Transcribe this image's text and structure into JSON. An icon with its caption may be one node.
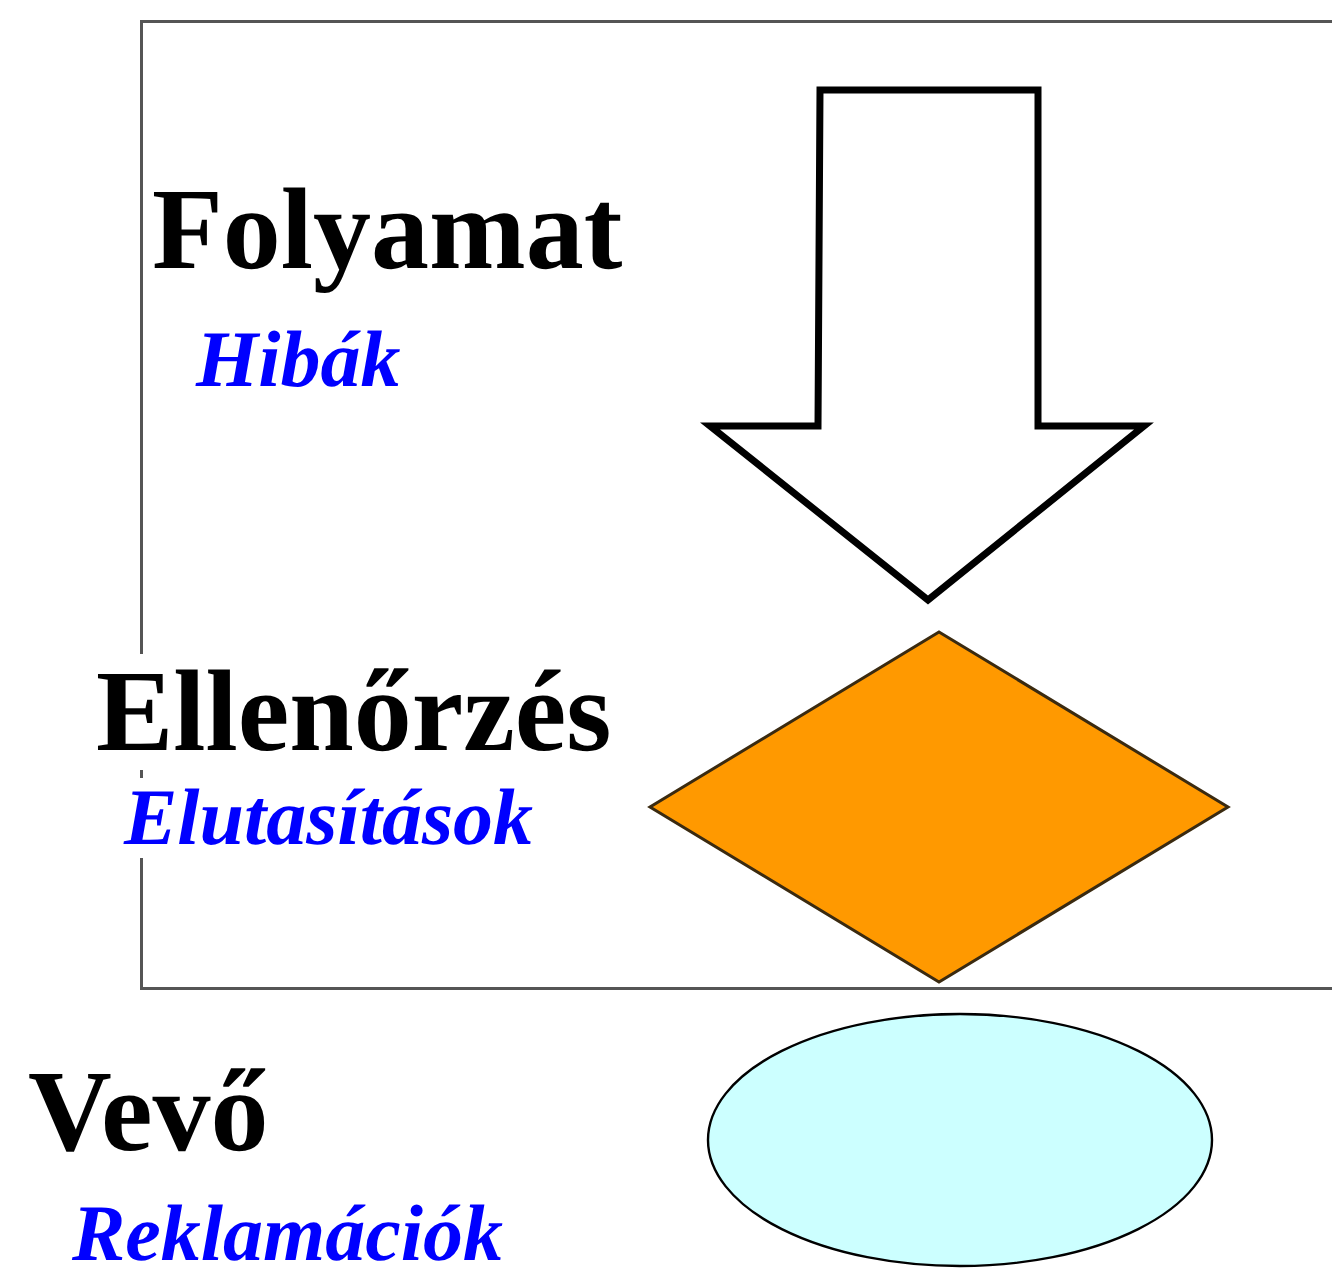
{
  "diagram": {
    "nodes": [
      {
        "text": [],
        "shape": "box"
      },
      {
        "text": [],
        "shape": "arrow",
        "in": 0,
        "beside": [
          "Folyamat",
          "Hibák"
        ]
      },
      {
        "text": [],
        "shape": "diamond",
        "in": 0,
        "beside": [
          "Ellenőrzés",
          "Elutasítások"
        ]
      },
      {
        "text": [],
        "shape": "ellipse",
        "beside": [
          "Vevő",
          "Reklamációk"
        ]
      }
    ]
  }
}
